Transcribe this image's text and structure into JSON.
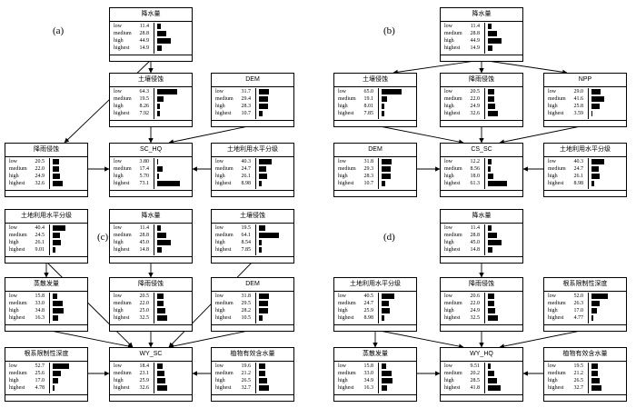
{
  "panels": [
    {
      "id": "a",
      "label": "(a)",
      "nodes": [
        {
          "id": "rain",
          "title": "降水量",
          "states": [
            [
              "low",
              "11.4"
            ],
            [
              "medium",
              "28.8"
            ],
            [
              "high",
              "44.9"
            ],
            [
              "highest",
              "14.9"
            ]
          ]
        },
        {
          "id": "soil",
          "title": "土壤侵蚀",
          "states": [
            [
              "low",
              "64.3"
            ],
            [
              "medium",
              "19.5"
            ],
            [
              "high",
              "8.26"
            ],
            [
              "highest",
              "7.92"
            ]
          ]
        },
        {
          "id": "dem",
          "title": "DEM",
          "states": [
            [
              "low",
              "31.7"
            ],
            [
              "medium",
              "29.4"
            ],
            [
              "high",
              "28.3"
            ],
            [
              "highest",
              "10.7"
            ]
          ]
        },
        {
          "id": "rainerosion",
          "title": "降雨侵蚀",
          "states": [
            [
              "low",
              "20.5"
            ],
            [
              "medium",
              "22.0"
            ],
            [
              "high",
              "24.9"
            ],
            [
              "highest",
              "32.6"
            ]
          ]
        },
        {
          "id": "target",
          "title": "SC_HQ",
          "states": [
            [
              "low",
              "3.80"
            ],
            [
              "medium",
              "17.4"
            ],
            [
              "high",
              "5.70"
            ],
            [
              "highest",
              "73.1"
            ]
          ]
        },
        {
          "id": "land",
          "title": "土地利用水平分级",
          "states": [
            [
              "low",
              "40.3"
            ],
            [
              "medium",
              "24.7"
            ],
            [
              "high",
              "26.1"
            ],
            [
              "highest",
              "8.98"
            ]
          ]
        }
      ]
    },
    {
      "id": "b",
      "label": "(b)",
      "nodes": [
        {
          "id": "rain",
          "title": "降水量",
          "states": [
            [
              "low",
              "11.4"
            ],
            [
              "medium",
              "28.8"
            ],
            [
              "high",
              "44.9"
            ],
            [
              "highest",
              "14.9"
            ]
          ]
        },
        {
          "id": "soil",
          "title": "土壤侵蚀",
          "states": [
            [
              "low",
              "65.0"
            ],
            [
              "medium",
              "19.1"
            ],
            [
              "high",
              "8.01"
            ],
            [
              "highest",
              "7.85"
            ]
          ]
        },
        {
          "id": "rainerosion",
          "title": "降雨侵蚀",
          "states": [
            [
              "low",
              "20.5"
            ],
            [
              "medium",
              "22.0"
            ],
            [
              "high",
              "24.9"
            ],
            [
              "highest",
              "32.6"
            ]
          ]
        },
        {
          "id": "npp",
          "title": "NPP",
          "states": [
            [
              "low",
              "29.0"
            ],
            [
              "medium",
              "41.6"
            ],
            [
              "high",
              "25.8"
            ],
            [
              "highest",
              "3.59"
            ]
          ]
        },
        {
          "id": "dem",
          "title": "DEM",
          "states": [
            [
              "low",
              "31.8"
            ],
            [
              "medium",
              "29.3"
            ],
            [
              "high",
              "28.3"
            ],
            [
              "highest",
              "10.7"
            ]
          ]
        },
        {
          "id": "target",
          "title": "CS_SC",
          "states": [
            [
              "low",
              "12.2"
            ],
            [
              "medium",
              "8.56"
            ],
            [
              "high",
              "18.0"
            ],
            [
              "highest",
              "61.3"
            ]
          ]
        },
        {
          "id": "land",
          "title": "土地利用水平分级",
          "states": [
            [
              "low",
              "40.3"
            ],
            [
              "medium",
              "24.7"
            ],
            [
              "high",
              "26.1"
            ],
            [
              "highest",
              "8.98"
            ]
          ]
        }
      ]
    },
    {
      "id": "c",
      "label": "(c)",
      "nodes": [
        {
          "id": "land",
          "title": "土地利用水平分级",
          "states": [
            [
              "low",
              "40.4"
            ],
            [
              "medium",
              "24.5"
            ],
            [
              "high",
              "26.1"
            ],
            [
              "highest",
              "9.01"
            ]
          ]
        },
        {
          "id": "rain",
          "title": "降水量",
          "states": [
            [
              "low",
              "11.4"
            ],
            [
              "medium",
              "28.8"
            ],
            [
              "high",
              "45.0"
            ],
            [
              "highest",
              "14.8"
            ]
          ]
        },
        {
          "id": "soil",
          "title": "土壤侵蚀",
          "states": [
            [
              "low",
              "19.5"
            ],
            [
              "medium",
              "64.1"
            ],
            [
              "high",
              "8.54"
            ],
            [
              "highest",
              "7.85"
            ]
          ]
        },
        {
          "id": "evap",
          "title": "蒸散发量",
          "states": [
            [
              "low",
              "15.8"
            ],
            [
              "medium",
              "33.0"
            ],
            [
              "high",
              "34.8"
            ],
            [
              "highest",
              "16.3"
            ]
          ]
        },
        {
          "id": "rainerosion",
          "title": "降雨侵蚀",
          "states": [
            [
              "low",
              "20.5"
            ],
            [
              "medium",
              "22.0"
            ],
            [
              "high",
              "25.0"
            ],
            [
              "highest",
              "32.5"
            ]
          ]
        },
        {
          "id": "dem",
          "title": "DEM",
          "states": [
            [
              "low",
              "31.8"
            ],
            [
              "medium",
              "29.5"
            ],
            [
              "high",
              "28.2"
            ],
            [
              "highest",
              "10.5"
            ]
          ]
        },
        {
          "id": "root",
          "title": "根系限制性深度",
          "states": [
            [
              "low",
              "52.7"
            ],
            [
              "medium",
              "25.6"
            ],
            [
              "high",
              "17.0"
            ],
            [
              "highest",
              "4.78"
            ]
          ]
        },
        {
          "id": "target",
          "title": "WY_SC",
          "states": [
            [
              "low",
              "18.4"
            ],
            [
              "medium",
              "23.1"
            ],
            [
              "high",
              "25.9"
            ],
            [
              "highest",
              "32.6"
            ]
          ]
        },
        {
          "id": "plant",
          "title": "植物有效含水量",
          "states": [
            [
              "low",
              "19.6"
            ],
            [
              "medium",
              "21.2"
            ],
            [
              "high",
              "26.5"
            ],
            [
              "highest",
              "32.7"
            ]
          ]
        }
      ]
    },
    {
      "id": "d",
      "label": "(d)",
      "nodes": [
        {
          "id": "rain",
          "title": "降水量",
          "states": [
            [
              "low",
              "11.4"
            ],
            [
              "medium",
              "28.8"
            ],
            [
              "high",
              "45.0"
            ],
            [
              "highest",
              "14.8"
            ]
          ]
        },
        {
          "id": "land",
          "title": "土地利用水平分级",
          "states": [
            [
              "low",
              "40.5"
            ],
            [
              "medium",
              "24.7"
            ],
            [
              "high",
              "25.9"
            ],
            [
              "highest",
              "8.98"
            ]
          ]
        },
        {
          "id": "rainerosion",
          "title": "降雨侵蚀",
          "states": [
            [
              "low",
              "20.6"
            ],
            [
              "medium",
              "22.0"
            ],
            [
              "high",
              "24.9"
            ],
            [
              "highest",
              "32.5"
            ]
          ]
        },
        {
          "id": "root",
          "title": "根系限制性深度",
          "states": [
            [
              "low",
              "52.0"
            ],
            [
              "medium",
              "26.3"
            ],
            [
              "high",
              "17.0"
            ],
            [
              "highest",
              "4.77"
            ]
          ]
        },
        {
          "id": "evap",
          "title": "蒸散发量",
          "states": [
            [
              "low",
              "15.8"
            ],
            [
              "medium",
              "33.0"
            ],
            [
              "high",
              "34.9"
            ],
            [
              "highest",
              "16.3"
            ]
          ]
        },
        {
          "id": "target",
          "title": "WY_HQ",
          "states": [
            [
              "low",
              "9.51"
            ],
            [
              "medium",
              "20.2"
            ],
            [
              "high",
              "28.5"
            ],
            [
              "highest",
              "41.8"
            ]
          ]
        },
        {
          "id": "plant",
          "title": "植物有效含水量",
          "states": [
            [
              "low",
              "19.5"
            ],
            [
              "medium",
              "21.2"
            ],
            [
              "high",
              "26.5"
            ],
            [
              "highest",
              "32.7"
            ]
          ]
        }
      ]
    }
  ]
}
